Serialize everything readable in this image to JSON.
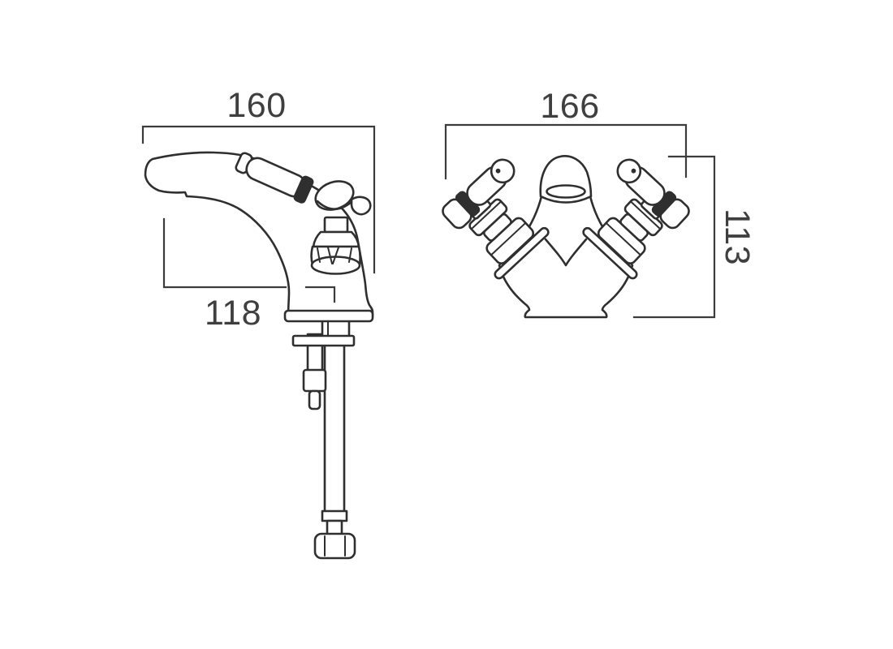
{
  "drawing": {
    "type": "technical-dimension-diagram",
    "subject": "monobloc basin mixer tap, two lever handles",
    "colors": {
      "background": "#ffffff",
      "line": "#2f2f2f",
      "dimension_line": "#3c3c3c",
      "dimension_text": "#3f3f3f"
    },
    "views": {
      "side": {
        "name": "side elevation",
        "dimensions": {
          "width_top": "160",
          "spout_reach": "118"
        }
      },
      "front": {
        "name": "front elevation",
        "dimensions": {
          "width_top": "166",
          "height": "113"
        }
      }
    }
  }
}
